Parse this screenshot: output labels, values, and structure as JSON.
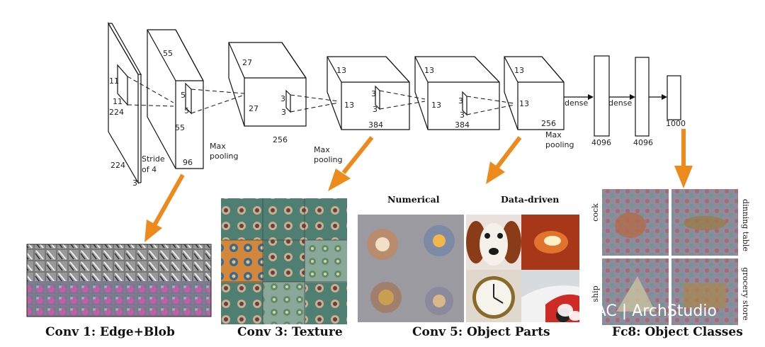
{
  "network": {
    "input": {
      "h": "224",
      "w": "224",
      "d": "3",
      "kernel": "11",
      "kernel2": "11",
      "stride": "Stride",
      "stride2": "of 4"
    },
    "conv1": {
      "h": "55",
      "w": "55",
      "d": "96",
      "kernel": "5",
      "kernel2": "5"
    },
    "pool1": {
      "line1": "Max",
      "line2": "pooling"
    },
    "conv2": {
      "h": "27",
      "w": "27",
      "d": "256",
      "kernel": "3",
      "kernel2": "3"
    },
    "pool2": {
      "line1": "Max",
      "line2": "pooling"
    },
    "conv3": {
      "h": "13",
      "w": "13",
      "d": "384",
      "kernel": "3",
      "kernel2": "3"
    },
    "conv4": {
      "h": "13",
      "w": "13",
      "d": "384",
      "kernel": "3",
      "kernel2": "3"
    },
    "conv5": {
      "h": "13",
      "w": "13",
      "d": "256"
    },
    "pool3": {
      "line1": "Max",
      "line2": "pooling"
    },
    "dense1": {
      "label": "dense",
      "size": "4096"
    },
    "dense2": {
      "label": "dense",
      "size": "4096"
    },
    "output": {
      "size": "1000"
    }
  },
  "panels": {
    "conv1": {
      "caption": "Conv 1: Edge+Blob"
    },
    "conv3": {
      "caption": "Conv 3: Texture"
    },
    "conv5": {
      "caption": "Conv 5: Object Parts",
      "numerical": "Numerical",
      "datadriven": "Data-driven"
    },
    "fc8": {
      "caption": "Fc8: Object Classes",
      "cock": "cock",
      "dinning": "dinning table",
      "ship": "ship",
      "grocery": "grocery store"
    }
  },
  "watermark": {
    "text": "LAC | ArchStudio"
  },
  "colors": {
    "arrow": "#ee8a1c"
  }
}
